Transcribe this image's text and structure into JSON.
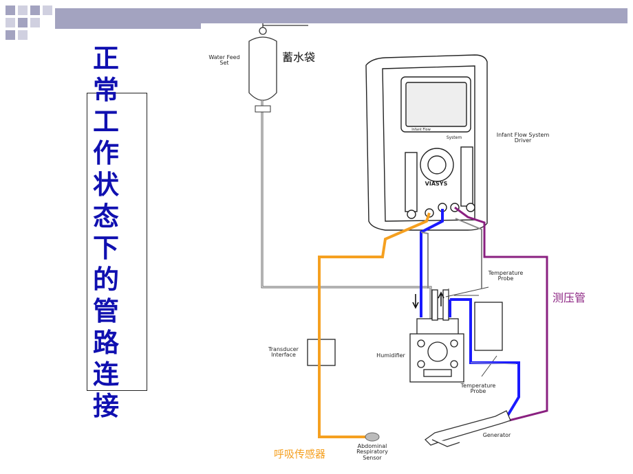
{
  "slide": {
    "title": "正常工作状态下的管路连接",
    "colors": {
      "title": "#1010b0",
      "orange": "#f5a020",
      "blue": "#1a1aff",
      "purple": "#8a2080",
      "header_bar": "#a3a3c0"
    }
  },
  "diagram": {
    "labels": {
      "water_feed": "Water Feed\nSet",
      "water_bag_cn": "蓄水袋",
      "driver": "Infant Flow System\nDriver",
      "brand": "VIASYS",
      "screen_label": "Infant Flow",
      "system_label": "System",
      "temp_probe_top": "Temperature\nProbe",
      "temp_probe_bottom": "Temperature\nProbe",
      "pressure_line_cn": "测压管",
      "transducer": "Transducer\nInterface",
      "humidifier": "Humidifier",
      "generator": "Generator",
      "sensor": "Abdominal\nRespiratory\nSensor",
      "sensor_cn": "呼吸传感器"
    }
  }
}
